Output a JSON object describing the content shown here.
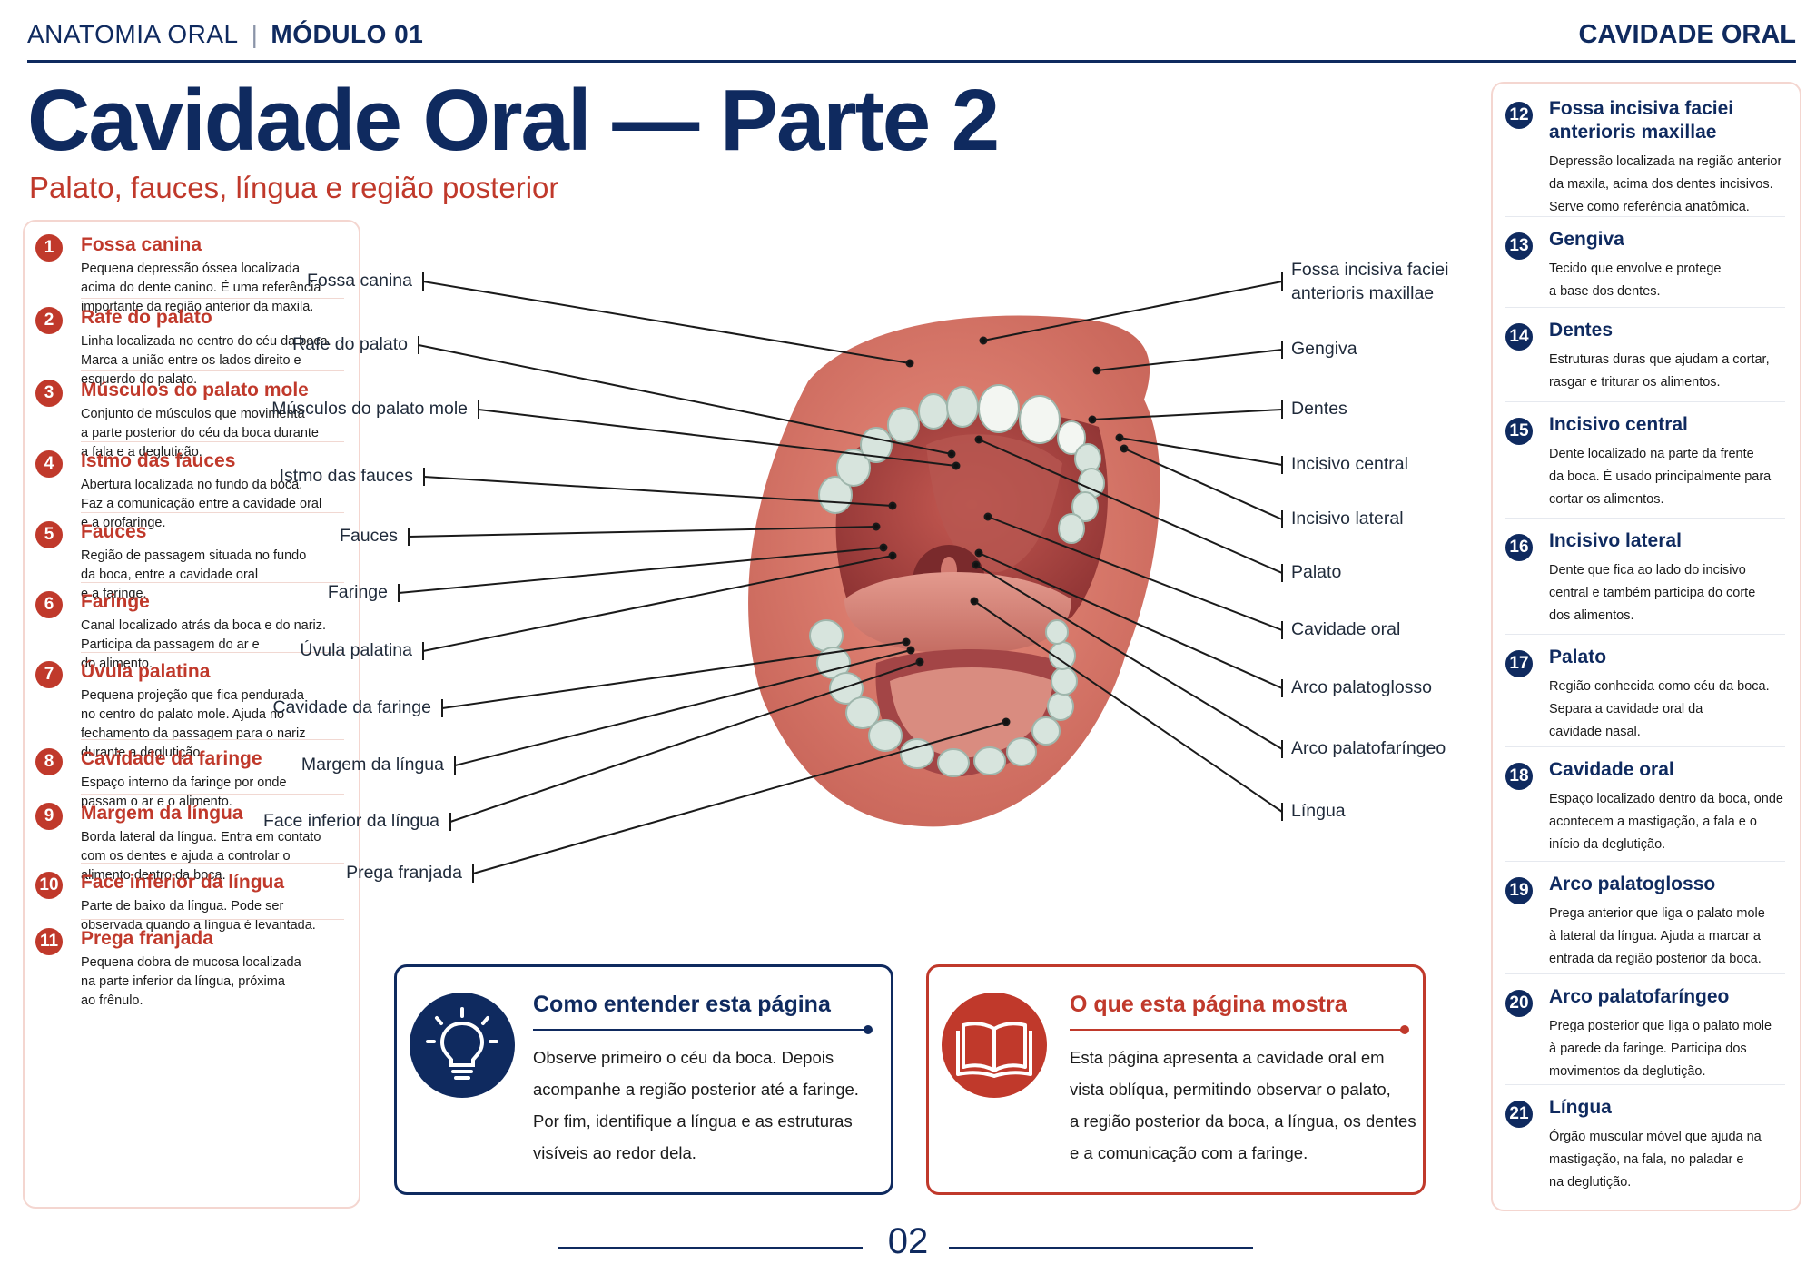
{
  "header": {
    "course": "ANATOMIA ORAL",
    "module": "MÓDULO 01",
    "section": "CAVIDADE ORAL"
  },
  "title": "Cavidade Oral — Parte 2",
  "subtitle": "Palato, fauces, língua e região posterior",
  "left_items": [
    {
      "num": "1",
      "title": "Fossa canina",
      "desc": [
        "Pequena depressão óssea localizada",
        "acima do dente canino. É uma referência",
        "importante da região anterior da maxila."
      ]
    },
    {
      "num": "2",
      "title": "Rafe do palato",
      "desc": [
        "Linha localizada no centro do céu da boca.",
        "Marca a união entre os lados direito e",
        "esquerdo do palato."
      ]
    },
    {
      "num": "3",
      "title": "Músculos do palato mole",
      "desc": [
        "Conjunto de músculos que movimenta",
        "a parte posterior do céu da boca durante",
        "a fala e a deglutição."
      ]
    },
    {
      "num": "4",
      "title": "Istmo das fauces",
      "desc": [
        "Abertura localizada no fundo da boca.",
        "Faz a comunicação entre a cavidade oral",
        "e a orofaringe."
      ]
    },
    {
      "num": "5",
      "title": "Fauces",
      "desc": [
        "Região de passagem situada no fundo",
        "da boca, entre a cavidade oral",
        "e a faringe."
      ]
    },
    {
      "num": "6",
      "title": "Faringe",
      "desc": [
        "Canal localizado atrás da boca e do nariz.",
        "Participa da passagem do ar e",
        "do alimento."
      ]
    },
    {
      "num": "7",
      "title": "Úvula palatina",
      "desc": [
        "Pequena projeção que fica pendurada",
        "no centro do palato mole. Ajuda no",
        "fechamento da passagem para o nariz",
        "durante a deglutição."
      ]
    },
    {
      "num": "8",
      "title": "Cavidade da faringe",
      "desc": [
        "Espaço interno da faringe por onde",
        "passam o ar e o alimento."
      ]
    },
    {
      "num": "9",
      "title": "Margem da língua",
      "desc": [
        "Borda lateral da língua. Entra em contato",
        "com os dentes e ajuda a controlar o",
        "alimento dentro da boca."
      ]
    },
    {
      "num": "10",
      "title": "Face inferior da língua",
      "desc": [
        "Parte de baixo da língua. Pode ser",
        "observada quando a língua é levantada."
      ]
    },
    {
      "num": "11",
      "title": "Prega franjada",
      "desc": [
        "Pequena dobra de mucosa localizada",
        "na parte inferior da língua, próxima",
        "ao frênulo."
      ]
    }
  ],
  "right_items": [
    {
      "num": "12",
      "title": [
        "Fossa incisiva faciei",
        "anterioris maxillae"
      ],
      "desc": [
        "Depressão localizada na região anterior",
        "da maxila, acima dos dentes incisivos.",
        "Serve como referência anatômica."
      ]
    },
    {
      "num": "13",
      "title": [
        "Gengiva"
      ],
      "desc": [
        "Tecido que envolve e protege",
        "a base dos dentes."
      ]
    },
    {
      "num": "14",
      "title": [
        "Dentes"
      ],
      "desc": [
        "Estruturas duras que ajudam a cortar,",
        "rasgar e triturar os alimentos."
      ]
    },
    {
      "num": "15",
      "title": [
        "Incisivo central"
      ],
      "desc": [
        "Dente localizado na parte da frente",
        "da boca. É usado principalmente para",
        "cortar os alimentos."
      ]
    },
    {
      "num": "16",
      "title": [
        "Incisivo lateral"
      ],
      "desc": [
        "Dente que fica ao lado do incisivo",
        "central e também participa do corte",
        "dos alimentos."
      ]
    },
    {
      "num": "17",
      "title": [
        "Palato"
      ],
      "desc": [
        "Região conhecida como céu da boca.",
        "Separa a cavidade oral da",
        "cavidade nasal."
      ]
    },
    {
      "num": "18",
      "title": [
        "Cavidade oral"
      ],
      "desc": [
        "Espaço localizado dentro da boca, onde",
        "acontecem a mastigação, a fala e o",
        "início da deglutição."
      ]
    },
    {
      "num": "19",
      "title": [
        "Arco palatoglosso"
      ],
      "desc": [
        "Prega anterior que liga o palato mole",
        "à lateral da língua. Ajuda a marcar a",
        "entrada da região posterior da boca."
      ]
    },
    {
      "num": "20",
      "title": [
        "Arco palatofaríngeo"
      ],
      "desc": [
        "Prega posterior que liga o palato mole",
        "à parede da faringe. Participa dos",
        "movimentos da deglutição."
      ]
    },
    {
      "num": "21",
      "title": [
        "Língua"
      ],
      "desc": [
        "Órgão muscular móvel que ajuda na",
        "mastigação, na fala, no paladar e",
        "na deglutição."
      ]
    }
  ],
  "diagram_left_labels": [
    "Fossa canina",
    "Rafe do palato",
    "Músculos do palato mole",
    "Istmo das fauces",
    "Fauces",
    "Faringe",
    "Úvula palatina",
    "Cavidade da faringe",
    "Margem da língua",
    "Face inferior da língua",
    "Prega franjada"
  ],
  "diagram_right_labels": [
    [
      "Fossa incisiva faciei",
      "anterioris maxillae"
    ],
    [
      "Gengiva"
    ],
    [
      "Dentes"
    ],
    [
      "Incisivo central"
    ],
    [
      "Incisivo lateral"
    ],
    [
      "Palato"
    ],
    [
      "Cavidade oral"
    ],
    [
      "Arco palatoglosso"
    ],
    [
      "Arco palatofaríngeo"
    ],
    [
      "Língua"
    ]
  ],
  "info_boxes": {
    "understand": {
      "title": "Como entender esta página",
      "lines": [
        "Observe primeiro o céu da boca. Depois",
        "acompanhe a região posterior até a faringe.",
        "Por fim, identifique a língua e as estruturas",
        "visíveis ao redor dela."
      ],
      "icon": "lightbulb-icon"
    },
    "shows": {
      "title": "O que esta página mostra",
      "lines": [
        "Esta página apresenta a cavidade oral em",
        "vista oblíqua, permitindo observar o palato,",
        "a região posterior da boca, a língua, os dentes",
        "e a comunicação com a faringe."
      ],
      "icon": "book-icon"
    }
  },
  "page_number": "02",
  "colors": {
    "navy": "#0f2a5f",
    "red": "#c0392b",
    "flesh": "#e07f6f",
    "teeth": "#dfe9e4"
  }
}
